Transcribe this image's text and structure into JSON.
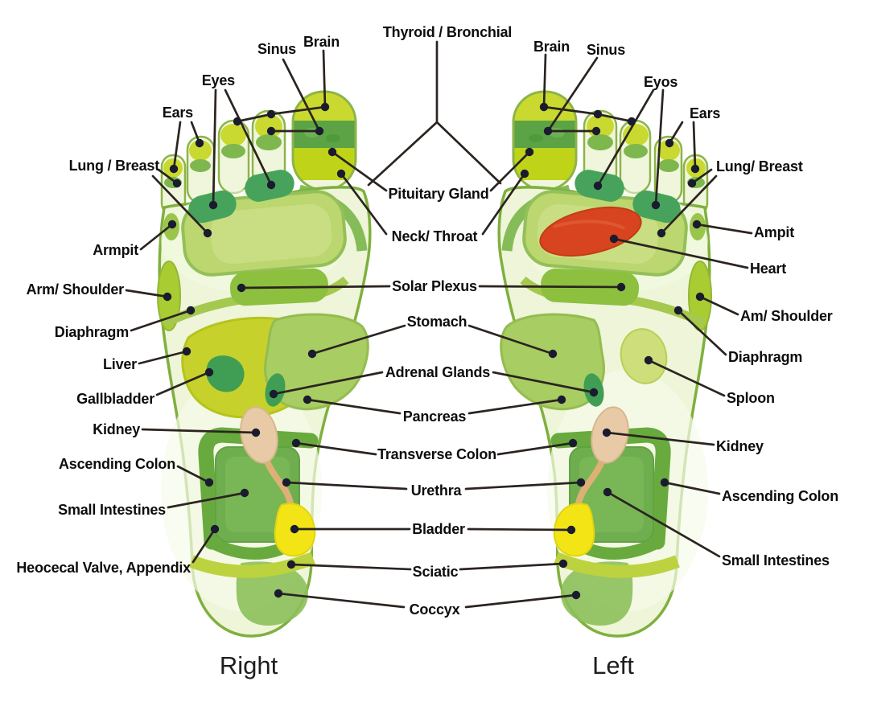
{
  "chart_title": "Foot reflexology zones diagram",
  "labels": {
    "right_foot": {
      "sinus": "Sinus",
      "brain": "Brain",
      "eyes": "Eyes",
      "ears": "Ears",
      "lung": "Lung / Breast",
      "armpit": "Armpit",
      "arm_shoulder": "Arm/ Shoulder",
      "diaphragm": "Diaphragm",
      "liver": "Liver",
      "gallbladder": "Gallbladder",
      "kidney": "Kidney",
      "ascending_colon": "Ascending Colon",
      "small_intestines": "Small Intestines",
      "ileocecal": "Heocecal Valve, Appendix"
    },
    "center": {
      "thyroid": "Thyroid / Bronchial",
      "pituitary": "Pituitary Gland",
      "neck": "Neck/ Throat",
      "solar": "Solar Plexus",
      "stomach": "Stomach",
      "adrenal": "Adrenal Glands",
      "pancreas": "Pancreas",
      "transverse": "Transverse Colon",
      "urethra": "Urethra",
      "bladder": "Bladder",
      "sciatic": "Sciatic",
      "coccyx": "Coccyx"
    },
    "left_foot": {
      "brain": "Brain",
      "sinus": "Sinus",
      "eyes": "Eyos",
      "ears": "Ears",
      "lung": "Lung/ Breast",
      "armpit": "Ampit",
      "heart": "Heart",
      "arm_shoulder": "Am/ Shoulder",
      "diaphragm": "Diaphragm",
      "spleen": "Sploon",
      "kidney": "Kidney",
      "ascending_colon": "Ascending Colon",
      "small_intestines": "Small Intestines"
    },
    "captions": {
      "right": "Right",
      "left": "Left"
    }
  },
  "palette": {
    "foot_fill": "#eef5d9",
    "foot_outline": "#7fb03e",
    "toe_cap": "#c9d92f",
    "toe_band": "#7eb74d",
    "big_toe_texture": "#5ba344",
    "big_toe_bright": "#bfd419",
    "pad_dark_green": "#47a35c",
    "lung_zone": "#bcd670",
    "solar_bar": "#8cc03e",
    "liver_yellow_green": "#c6d22b",
    "stomach_green": "#a8cd63",
    "organ_dark_green": "#3f9e54",
    "colon_green": "#69aa3f",
    "intestine_green": "#6fae4e",
    "kidney_beige": "#e8cba6",
    "ureter_tan": "#ddb077",
    "bladder_yellow": "#f3e515",
    "sciatic_band": "#bcd23f",
    "heart_red": "#d8441f",
    "spleen_light_green": "#cede7a",
    "leader_line": "#2b2420",
    "dot": "#1b1b2f",
    "label_text": "#0d0d0d"
  }
}
